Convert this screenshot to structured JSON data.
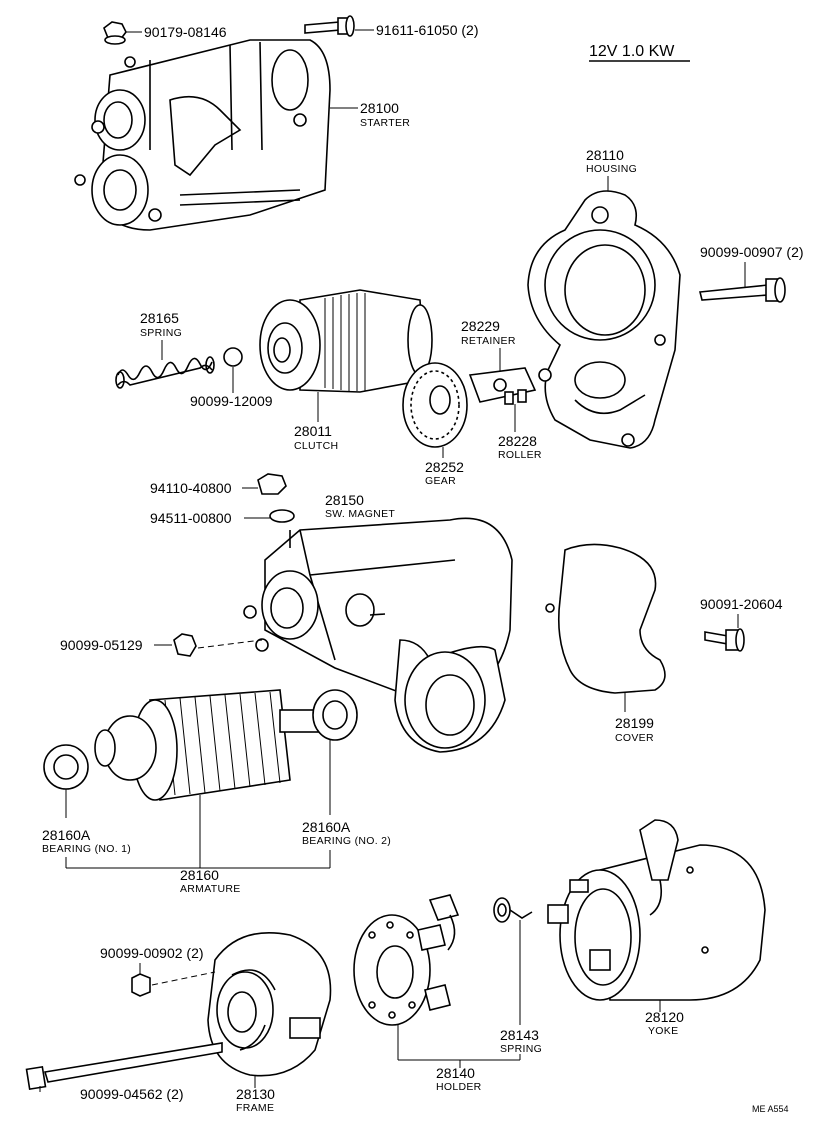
{
  "rating": "12V 1.0 KW",
  "code": "ME  A554",
  "labels": {
    "p90179": "90179-08146",
    "p91611": "91611-61050 (2)",
    "p28100": "28100",
    "p28100n": "STARTER",
    "p28110": "28110",
    "p28110n": "HOUSING",
    "p90099_00907": "90099-00907 (2)",
    "p28165": "28165",
    "p28165n": "SPRING",
    "p90099_12009": "90099-12009",
    "p28011": "28011",
    "p28011n": "CLUTCH",
    "p28229": "28229",
    "p28229n": "RETAINER",
    "p28228": "28228",
    "p28228n": "ROLLER",
    "p28252": "28252",
    "p28252n": "GEAR",
    "p94110": "94110-40800",
    "p94511": "94511-00800",
    "p28150": "28150",
    "p28150n": "SW.  MAGNET",
    "p90099_05129": "90099-05129",
    "p90091": "90091-20604",
    "p28199": "28199",
    "p28199n": "COVER",
    "p28160A1": "28160A",
    "p28160A1n": "BEARING (NO. 1)",
    "p28160A2": "28160A",
    "p28160A2n": "BEARING (NO. 2)",
    "p28160": "28160",
    "p28160n": "ARMATURE",
    "p90099_00902": "90099-00902 (2)",
    "p90099_04562": "90099-04562 (2)",
    "p28130": "28130",
    "p28130n": "FRAME",
    "p28140": "28140",
    "p28140n": "HOLDER",
    "p28143": "28143",
    "p28143n": "SPRING",
    "p28120": "28120",
    "p28120n": "YOKE"
  }
}
